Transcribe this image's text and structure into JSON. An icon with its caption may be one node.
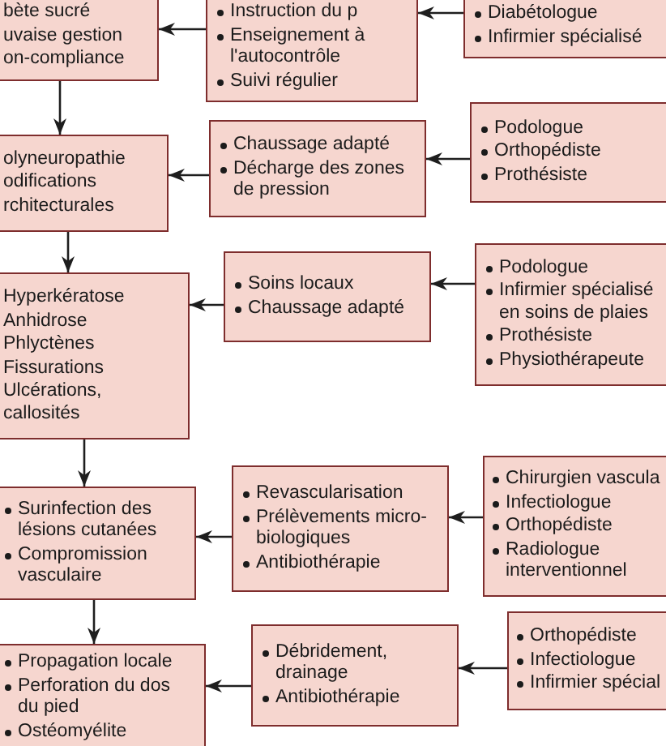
{
  "diagram": {
    "nodes": [
      {
        "text": [
          "bète sucré",
          "uvaise gestion",
          "on-compliance"
        ]
      },
      {
        "text": [
          "Instruction du p",
          "Enseignement à l'autocontrôle",
          "Suivi régulier"
        ]
      },
      {
        "text": [
          "Diabétologue",
          "Infirmier spécialisé"
        ]
      },
      {
        "text": [
          "olyneuropathie",
          "odifications",
          "rchitecturales"
        ]
      },
      {
        "text": [
          "Chaussage adapté",
          "Décharge des zones de pression"
        ]
      },
      {
        "text": [
          "Podologue",
          "Orthopédiste",
          "Prothésiste"
        ]
      },
      {
        "text": [
          "Hyperkératose",
          "Anhidrose",
          "Phlyctènes",
          "Fissurations",
          "Ulcérations, callosités"
        ]
      },
      {
        "text": [
          "Soins locaux",
          "Chaussage adapté"
        ]
      },
      {
        "text": [
          "Podologue",
          "Infirmier spécialisé en soins de plaies",
          "Prothésiste",
          "Physiothérapeute"
        ]
      },
      {
        "text": [
          "Surinfection des lésions cutanées",
          "Compromission vasculaire"
        ]
      },
      {
        "text": [
          "Revascularisation",
          "Prélèvements micro-biologiques",
          "Antibiothérapie"
        ]
      },
      {
        "text": [
          "Chirurgien vascula",
          "Infectiologue",
          "Orthopédiste",
          "Radiologue interventionnel"
        ]
      },
      {
        "text": [
          "Propagation locale",
          "Perforation du dos du pied",
          "Ostéomyélite"
        ]
      },
      {
        "text": [
          "Débridement, drainage",
          "Antibiothérapie"
        ]
      },
      {
        "text": [
          "Orthopédiste",
          "Infectiologue",
          "Infirmier spécial"
        ]
      }
    ],
    "edges": [
      {
        "from": 2,
        "to": 1,
        "arrow": "to"
      },
      {
        "from": 1,
        "to": 0,
        "arrow": "to"
      },
      {
        "from": 0,
        "to": 3,
        "arrow": "to"
      },
      {
        "from": 5,
        "to": 4,
        "arrow": "to"
      },
      {
        "from": 4,
        "to": 3,
        "arrow": "to"
      },
      {
        "from": 3,
        "to": 6,
        "arrow": "to"
      },
      {
        "from": 8,
        "to": 7,
        "arrow": "to"
      },
      {
        "from": 7,
        "to": 6,
        "arrow": "to"
      },
      {
        "from": 6,
        "to": 9,
        "arrow": "to"
      },
      {
        "from": 11,
        "to": 10,
        "arrow": "to"
      },
      {
        "from": 10,
        "to": 9,
        "arrow": "to"
      },
      {
        "from": 9,
        "to": 12,
        "arrow": "to"
      },
      {
        "from": 14,
        "to": 13,
        "arrow": "to"
      },
      {
        "from": 13,
        "to": 12,
        "arrow": "to"
      }
    ]
  }
}
